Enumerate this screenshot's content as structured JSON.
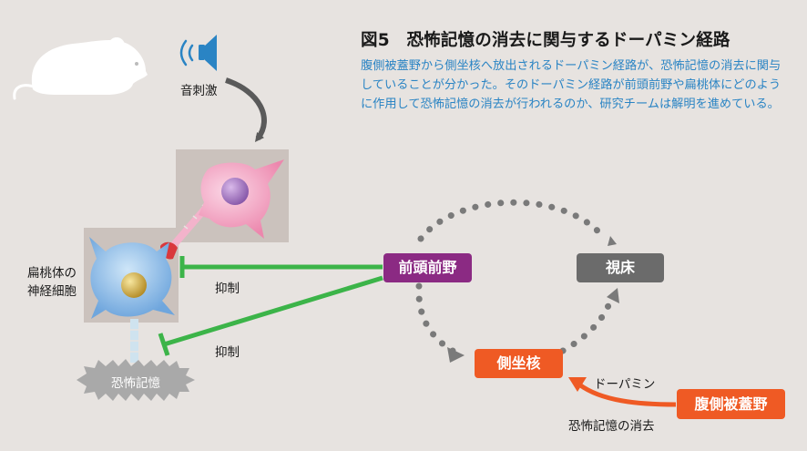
{
  "figure": {
    "title": "図5　恐怖記憶の消去に関与するドーパミン経路",
    "description": "腹側被蓋野から側坐核へ放出されるドーパミン経路が、恐怖記憶の消去に関与していることが分かった。そのドーパミン経路が前頭前野や扁桃体にどのように作用して恐怖記憶の消去が行われるのか、研究チームは解明を進めている。"
  },
  "labels": {
    "sound_stimulus": "音刺激",
    "amygdala_neuron_line1": "扁桃体の",
    "amygdala_neuron_line2": "神経細胞",
    "inhibition_1": "抑制",
    "inhibition_2": "抑制",
    "fear_memory": "恐怖記憶",
    "dopamine": "ドーパミン",
    "fear_extinction": "恐怖記憶の消去"
  },
  "nodes": {
    "prefrontal": "前頭前野",
    "thalamus": "視床",
    "accumbens": "側坐核",
    "vta": "腹側被蓋野"
  },
  "colors": {
    "prefrontal": "#8b2a83",
    "thalamus": "#6b6b6b",
    "accumbens": "#ef5a24",
    "vta": "#ef5a24",
    "inhibition": "#3cb449",
    "description": "#2a84c4",
    "speaker": "#2a84c4"
  },
  "icons": [
    "mouse-icon",
    "speaker-icon",
    "pink-neuron-icon",
    "blue-neuron-icon"
  ]
}
